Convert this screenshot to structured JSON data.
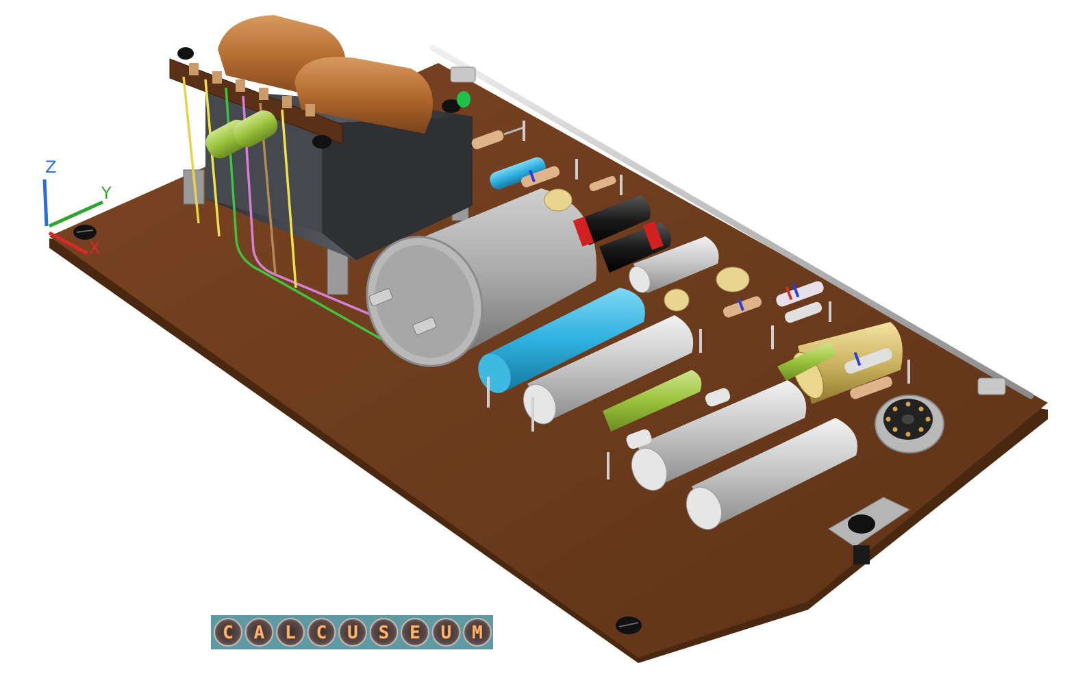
{
  "scene": {
    "board_color": "#6b3b1c",
    "board_edge_color": "#4a2810",
    "transformer_core_color": "#3a3c40",
    "transformer_coil_color": "#b36a2f"
  },
  "axes": {
    "z_label": "Z",
    "y_label": "Y",
    "x_label": "X",
    "z_color": "#2a6fd6",
    "y_color": "#2ea52e",
    "x_color": "#d62a2a"
  },
  "logo": {
    "letters": [
      "C",
      "A",
      "L",
      "C",
      "U",
      "S",
      "E",
      "U",
      "M"
    ],
    "background": "#5e9aa3"
  },
  "transformer": {
    "logo_letters": []
  }
}
